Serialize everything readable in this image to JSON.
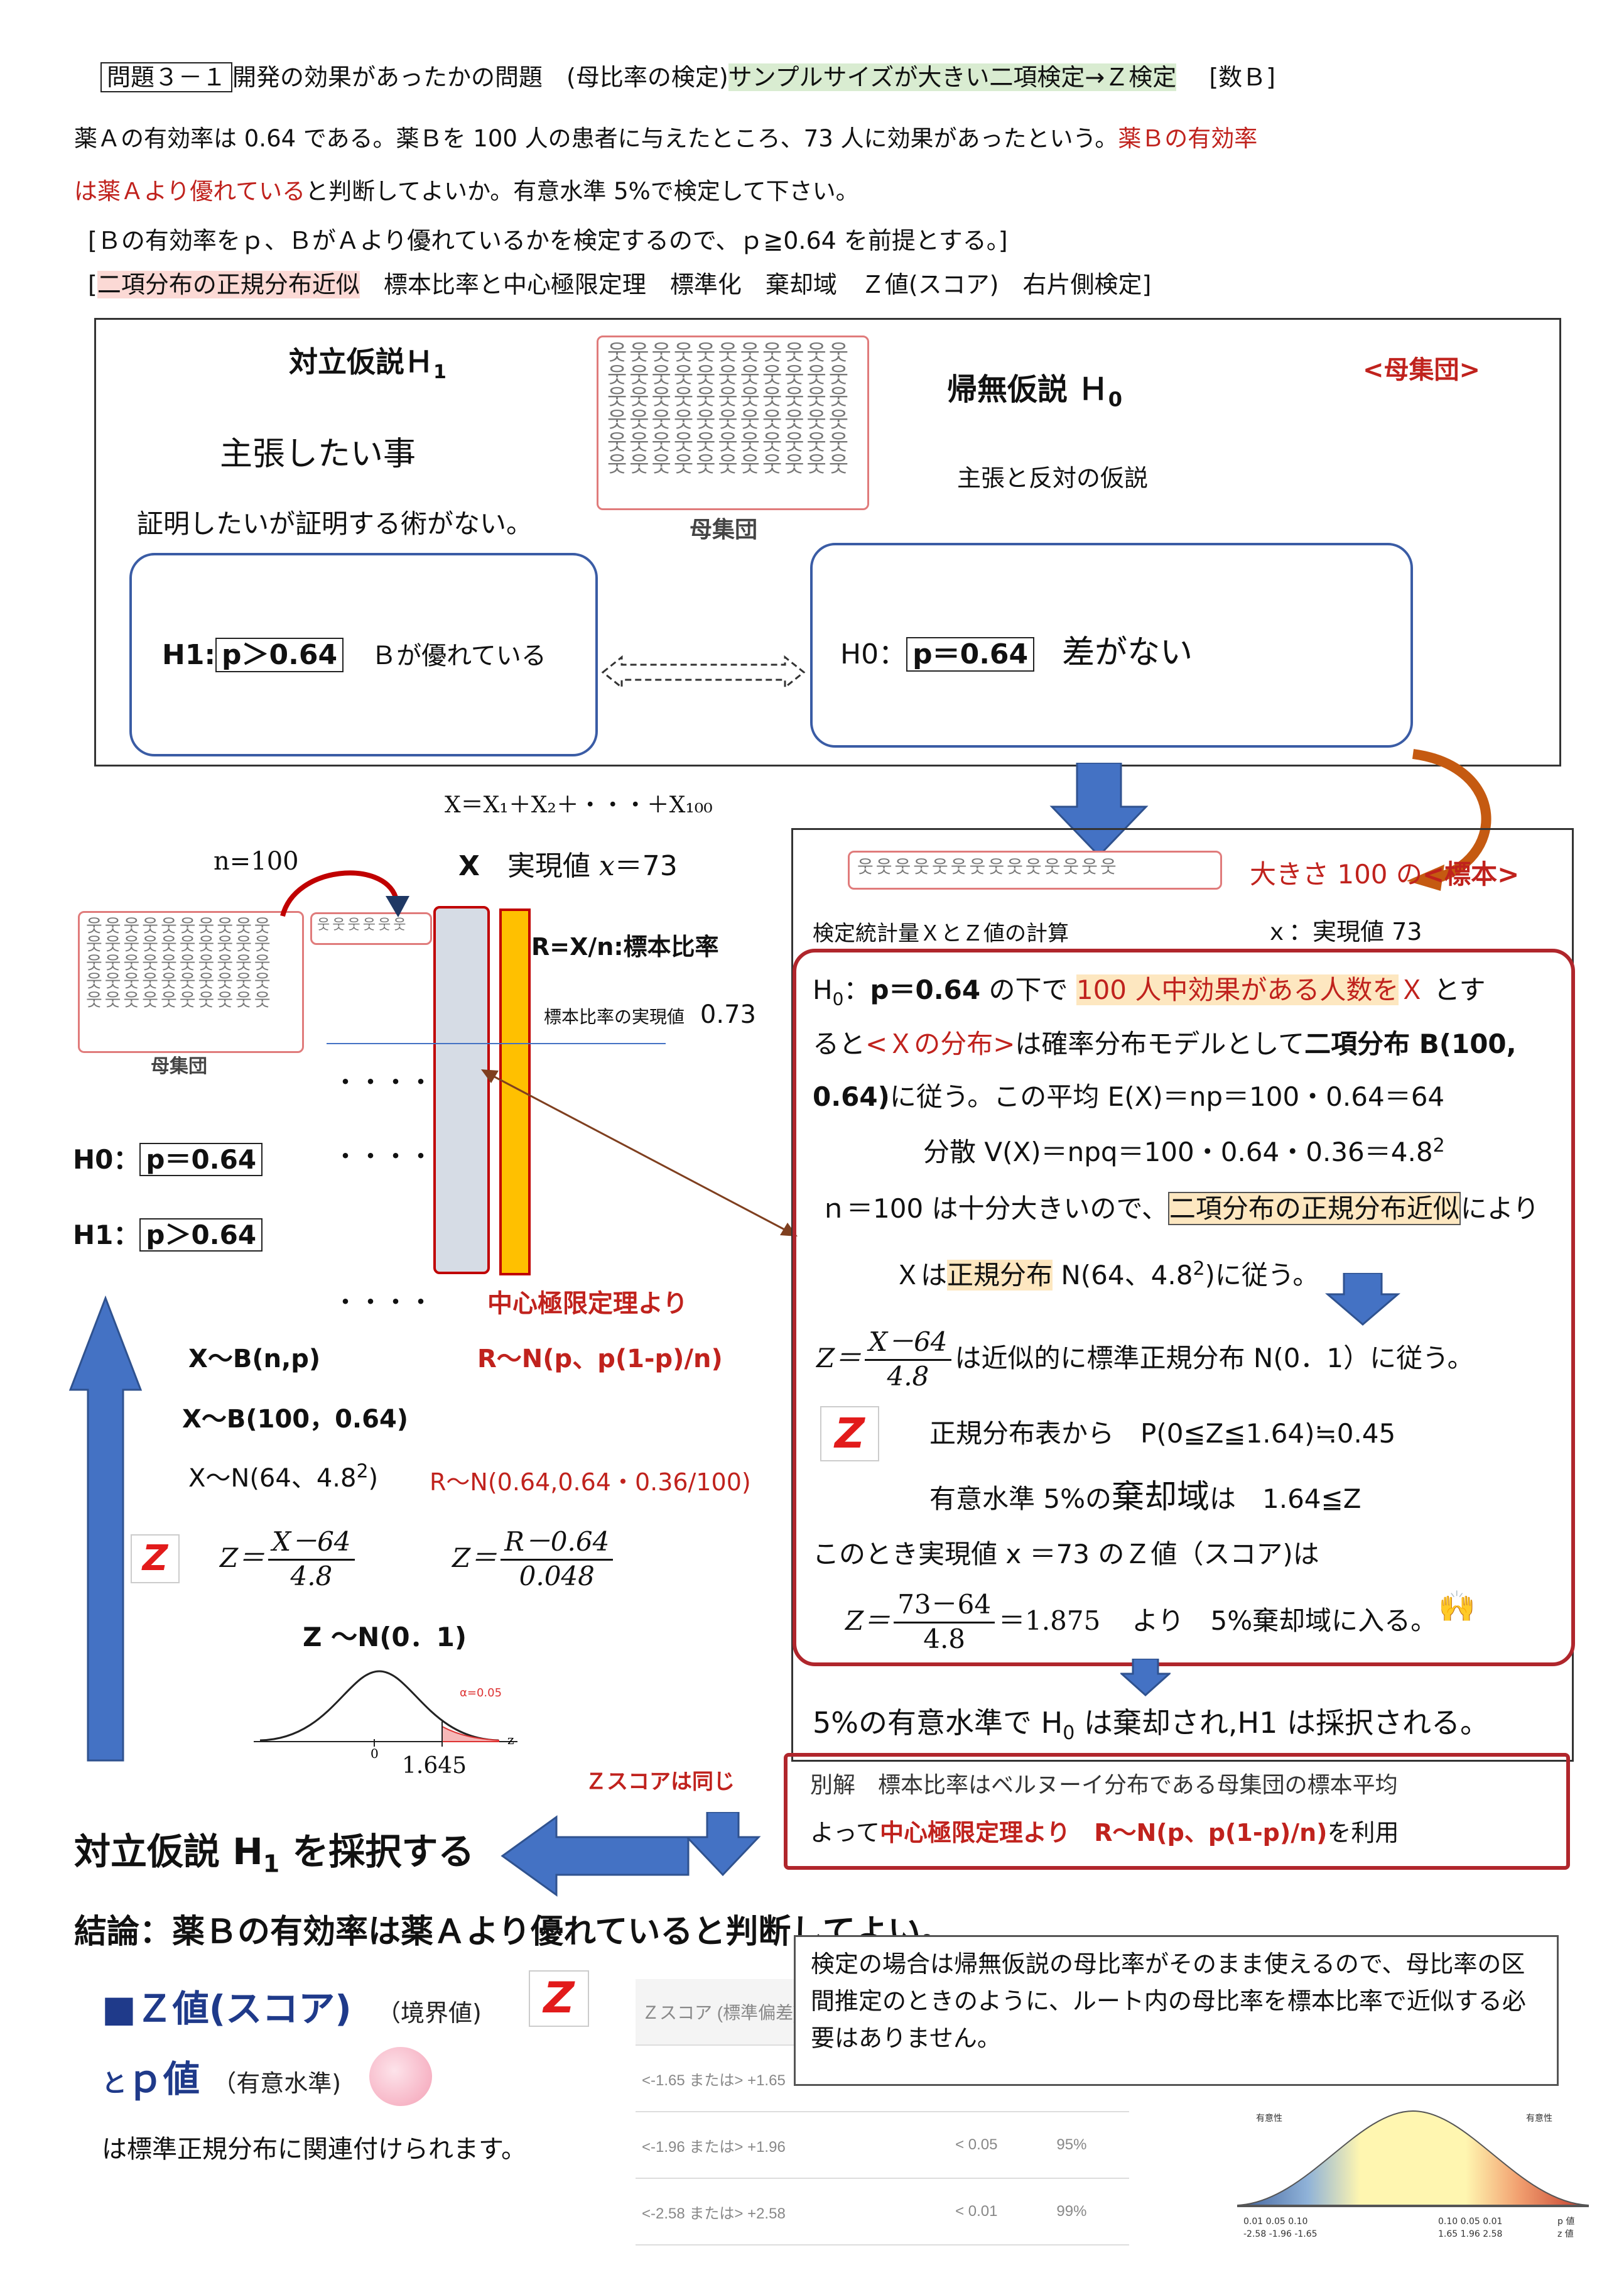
{
  "header": {
    "problem_no": "問題３－１",
    "title": "開発の効果があったかの問題　(母比率の検定)",
    "subtitle": "サンプルサイズが大きい二項検定→Ｚ検定",
    "tag": "[数Ｂ]",
    "line1a": "薬Ａの有効率は 0.64 である。薬Ｂを 100 人の患者に与えたところ、73 人に効果があったという。",
    "line1b": "薬Ｂの有効率",
    "line2a": "は薬Ａより優れている",
    "line2b": "と判断してよいか。有意水準 5%で検定して下さい。",
    "line3": "[Ｂの有効率をｐ、ＢがＡより優れているかを検定するので、ｐ≧0.64 を前提とする。]",
    "kw_open": "[",
    "kw_hl": "二項分布の正規分布近似",
    "kw_rest": "　標本比率と中心極限定理　標準化　棄却域　Ｚ値(スコア)　右片側検定]"
  },
  "hypothesis": {
    "alt_title": "対立仮説Ｈ",
    "alt_sub": "1",
    "claim": "主張したい事",
    "claim_note": "証明したいが証明する術がない。",
    "population_label": "母集団",
    "null_title": "帰無仮説 Ｈ",
    "null_sub": "0",
    "null_note": "主張と反対の仮説",
    "pop_tag": "<母集団>",
    "h1_prefix": "H1:",
    "h1_box": "p＞0.64",
    "h1_text": "Ｂが優れている",
    "h0_prefix": "H0：",
    "h0_box": "p＝0.64",
    "h0_text": "差がない"
  },
  "left": {
    "sum_formula": "X＝X₁＋X₂＋・・・＋X₁₀₀",
    "n_label": "n=100",
    "x_label": "X",
    "realized_label": "実現値",
    "realized_var": "x",
    "realized_val": "＝73",
    "r_label": "R=X/n:標本比率",
    "sample_ratio_label": "標本比率の実現値",
    "sample_ratio_val": "0.73",
    "population_label": "母集団",
    "dots": "・・・・",
    "h0_prefix": "H0：",
    "h0_box": "p＝0.64",
    "h1_prefix": "H1：",
    "h1_box": "p＞0.64",
    "clt": "中心極限定理より",
    "dist1": "X～B(n,p)",
    "dist_r": "R～N(p、p(1-p)/n)",
    "dist2": "X～B(100，0.64)",
    "dist3": "X～N(64、4.8",
    "dist3_sup": "2",
    "dist3_end": ")",
    "dist_r2": "R～N(0.64,0.64・0.36/100)",
    "zeq_lhs": "Z＝",
    "z1_num": "X－64",
    "z1_den": "4.8",
    "z2_num": "R－0.64",
    "z2_den": "0.048",
    "z_dist": "Z ～N(0．1)",
    "curve_tick": "0",
    "curve_alpha": "α=0.05",
    "curve_z": "z",
    "curve_value": "1.645",
    "same_z": "Ｚスコアは同じ",
    "conclusion1_a": "対立仮説 H",
    "conclusion1_sub": "1",
    "conclusion1_b": " を採択する",
    "conclusion2": "結論：薬Ｂの有効率は薬Ａより優れていると判断してよい。"
  },
  "sample_box": {
    "size_label": "大きさ 100 の",
    "sample_tag": "<標本>",
    "calc_title": "検定統計量ＸとＺ値の計算",
    "realized": "ｘ：実現値 73"
  },
  "calc": {
    "l1_a": "H",
    "l1_sub": "0",
    "l1_b": "：",
    "l1_bold": "p＝0.64",
    "l1_c": " の下で ",
    "l1_hl": "100 人中効果がある人数を",
    "l1_d": "Ｘ",
    "l1_e": " とす",
    "l2_a": "ると",
    "l2_red": "<Ｘの分布>",
    "l2_b": "は確率分布モデルとして",
    "l2_bold": "二項分布 B(100,",
    "l3_bold": "0.64)",
    "l3_rest": "に従う。この平均 E(X)＝np＝100・0.64＝64",
    "l4": "分散 V(X)＝npq＝100・0.64・0.36＝4.8",
    "l4_sup": "2",
    "l5_a": "ｎ＝100 は十分大きいので、",
    "l5_hl": "二項分布の正規分布近似",
    "l5_b": "により",
    "l6_a": "Ｘは",
    "l6_hl": "正規分布",
    "l6_b": " N(64、4.8",
    "l6_sup": "2",
    "l6_c": ")に従う。",
    "l7_lhs": "Z＝",
    "l7_num": "X－64",
    "l7_den": "4.8",
    "l7_text": "は近似的に標準正規分布 N(0．1）に従う。",
    "l8": "正規分布表から　P(0≦Z≦1.64)≒0.45",
    "l9_a": "有意水準 5%の",
    "l9_big": "棄却域",
    "l9_b": "は　1.64≦Z",
    "l10": "このとき実現値 x ＝73 のＺ値（スコア)は",
    "l11_lhs": "Z＝",
    "l11_num": "73－64",
    "l11_den": "4.8",
    "l11_val": "＝1.875",
    "l11_text": "より　5%棄却域に入る。",
    "result_a": "5%の有意水準で H",
    "result_sub": "0",
    "result_b": " は棄却され,H1 は採択される。"
  },
  "alt_solution": {
    "l1": "別解　標本比率はベルヌーイ分布である母集団の標本平均",
    "l2_a": "よって",
    "l2_red": "中心極限定理より　R～N(p、p(1-p)/n)",
    "l2_b": "を利用"
  },
  "bottom": {
    "z_title": "■Ｚ値(スコア)",
    "z_note": "（境界値)",
    "p_prefix": "と",
    "p_title": "ｐ値",
    "p_note": "（有意水準)",
    "related": "は標準正規分布に関連付けられます。",
    "note": "検定の場合は帰無仮説の母比率がそのまま使えるので、母比率の区間推定のときのように、ルート内の母比率を標本比率で近似する必要はありません。",
    "table_header": "Ｚスコア (標準偏差)",
    "table_rows": [
      [
        "<-1.65 または> +1.65",
        "",
        ""
      ],
      [
        "<-1.96 または> +1.96",
        "< 0.05",
        "95%"
      ],
      [
        "<-2.58 または> +2.58",
        "< 0.01",
        "99%"
      ]
    ],
    "curve_left_label": "有意性",
    "curve_right_label": "有意性",
    "p_axis": "0.01 0.05 0.10",
    "p_axis_r": "0.10 0.05 0.01",
    "z_axis": "-2.58 -1.96 -1.65",
    "z_axis_r": "1.65 1.96 2.58",
    "p_label": "p 値",
    "z_label": "z 値"
  }
}
